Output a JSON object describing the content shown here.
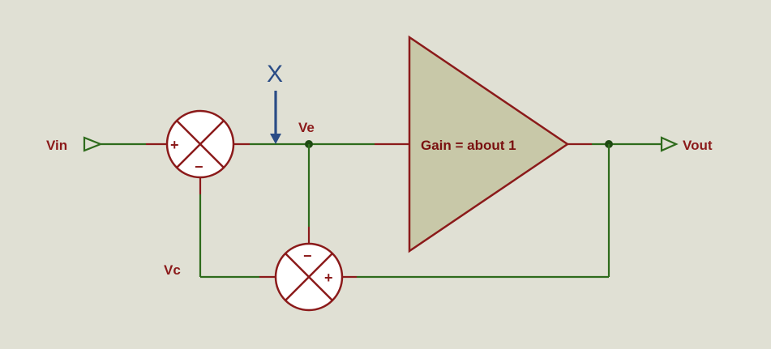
{
  "labels": {
    "vin": "Vin",
    "vout": "Vout",
    "ve": "Ve",
    "vc": "Vc",
    "x": "X",
    "gain": "Gain = about 1"
  },
  "summer_top": {
    "plus": "+",
    "minus": "−"
  },
  "summer_bottom": {
    "plus": "+",
    "minus": "−"
  },
  "colors": {
    "background": "#e0e0d4",
    "wire": "#2e6b1c",
    "component": "#8b1a1a",
    "amp_fill": "#c8c8a8",
    "summer_fill": "#ffffff",
    "arrow": "#2a4c86"
  }
}
